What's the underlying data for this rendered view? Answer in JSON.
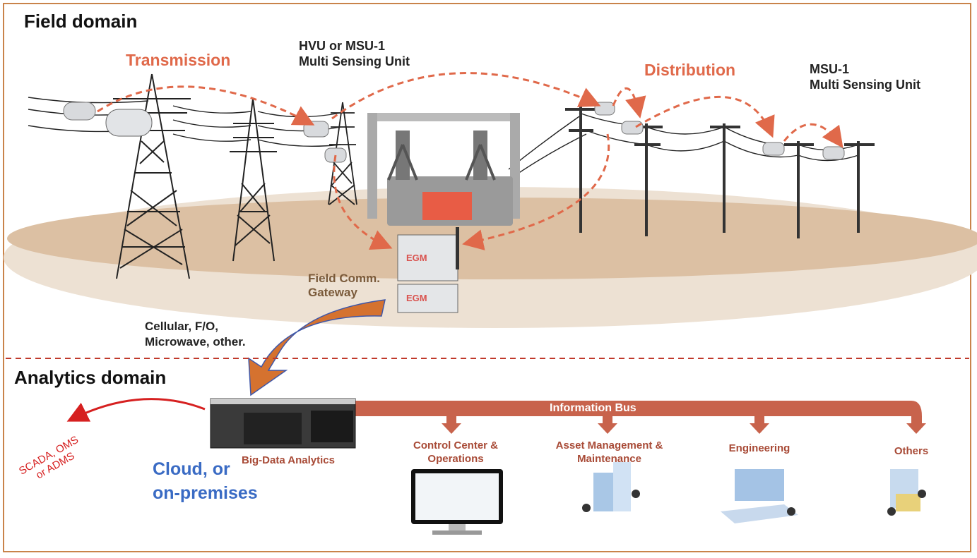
{
  "field_domain": {
    "title": "Field domain",
    "transmission_label": "Transmission",
    "distribution_label": "Distribution",
    "hvu_label": [
      "HVU or MSU-1",
      "Multi Sensing Unit"
    ],
    "msu_label": [
      "MSU-1",
      "Multi Sensing Unit"
    ],
    "gateway_label": [
      "Field Comm.",
      "Gateway"
    ],
    "comm_label": [
      "Cellular, F/O,",
      "Microwave, other."
    ],
    "device_brand": "EGM"
  },
  "analytics_domain": {
    "title": "Analytics domain",
    "bus_label": "Information Bus",
    "server_label": "Big-Data Analytics",
    "cloud_label": [
      "Cloud, or",
      "on-premises"
    ],
    "scada_label": [
      "SCADA, OMS",
      "or ADMS"
    ],
    "departments": [
      {
        "label": [
          "Control Center &",
          "Operations"
        ],
        "icon": "monitor-dashboard-icon"
      },
      {
        "label": [
          "Asset Management &",
          "Maintenance"
        ],
        "icon": "building-people-icon"
      },
      {
        "label": [
          "Engineering"
        ],
        "icon": "laptop-engineering-icon"
      },
      {
        "label": [
          "Others"
        ],
        "icon": "server-people-icon"
      }
    ]
  },
  "colors": {
    "accent_orange": "#e0694a",
    "bus_color": "#c8634c",
    "ground": "#dcc0a3",
    "frame": "#c9834a",
    "cloud_blue": "#3a6bc4",
    "scada_red": "#d62020",
    "divider_red": "#c0392b"
  }
}
